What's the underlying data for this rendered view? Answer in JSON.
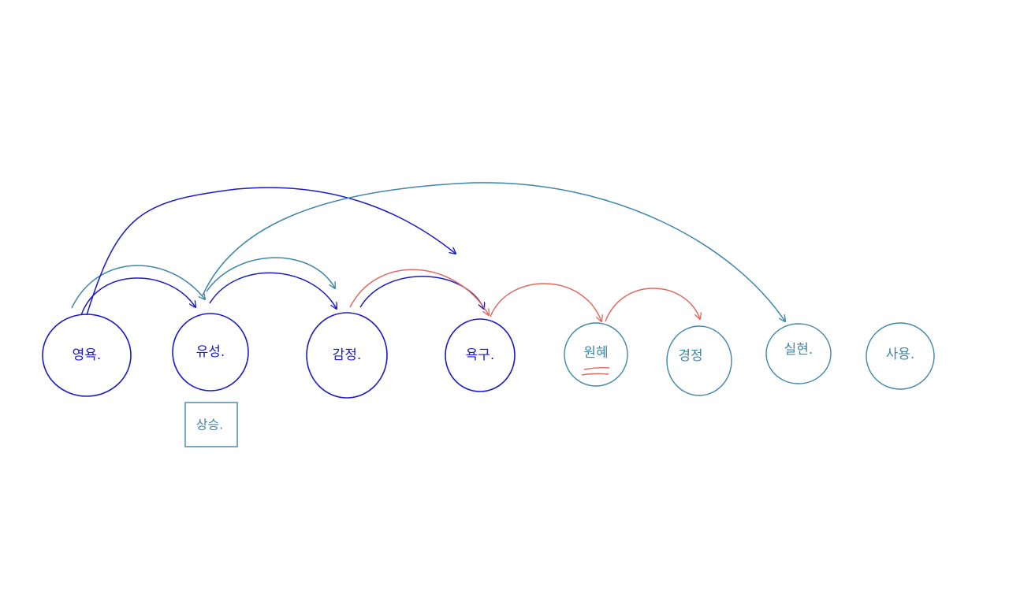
{
  "colors": {
    "navy": "#1a1ac8",
    "teal": "#3f86a8",
    "red": "#e06a62",
    "background": "#ffffff"
  },
  "nodes": [
    {
      "id": "n1",
      "label": "영욕.",
      "color": "navy"
    },
    {
      "id": "n2",
      "label": "유성.",
      "color": "navy"
    },
    {
      "id": "n3",
      "label": "감정.",
      "color": "navy"
    },
    {
      "id": "n4",
      "label": "욕구.",
      "color": "navy"
    },
    {
      "id": "n5",
      "label": "원혜",
      "color": "teal",
      "underlined": true
    },
    {
      "id": "n6",
      "label": "경정",
      "color": "teal"
    },
    {
      "id": "n7",
      "label": "실현.",
      "color": "teal"
    },
    {
      "id": "n8",
      "label": "사용.",
      "color": "teal"
    }
  ],
  "note": {
    "label": "상승.",
    "attached_to": "n2",
    "color": "teal"
  },
  "edges": [
    {
      "from": "n1",
      "to": "n2",
      "color": "navy"
    },
    {
      "from": "n1",
      "to": "n2",
      "color": "teal"
    },
    {
      "from": "n1",
      "to": "n4",
      "color": "navy"
    },
    {
      "from": "n2",
      "to": "n3",
      "color": "navy"
    },
    {
      "from": "n2",
      "to": "n3",
      "color": "teal"
    },
    {
      "from": "n2",
      "to": "n7",
      "color": "teal"
    },
    {
      "from": "n3",
      "to": "n4",
      "color": "navy"
    },
    {
      "from": "n3",
      "to": "n4",
      "color": "red"
    },
    {
      "from": "n4",
      "to": "n5",
      "color": "red"
    },
    {
      "from": "n5",
      "to": "n6",
      "color": "red"
    }
  ]
}
